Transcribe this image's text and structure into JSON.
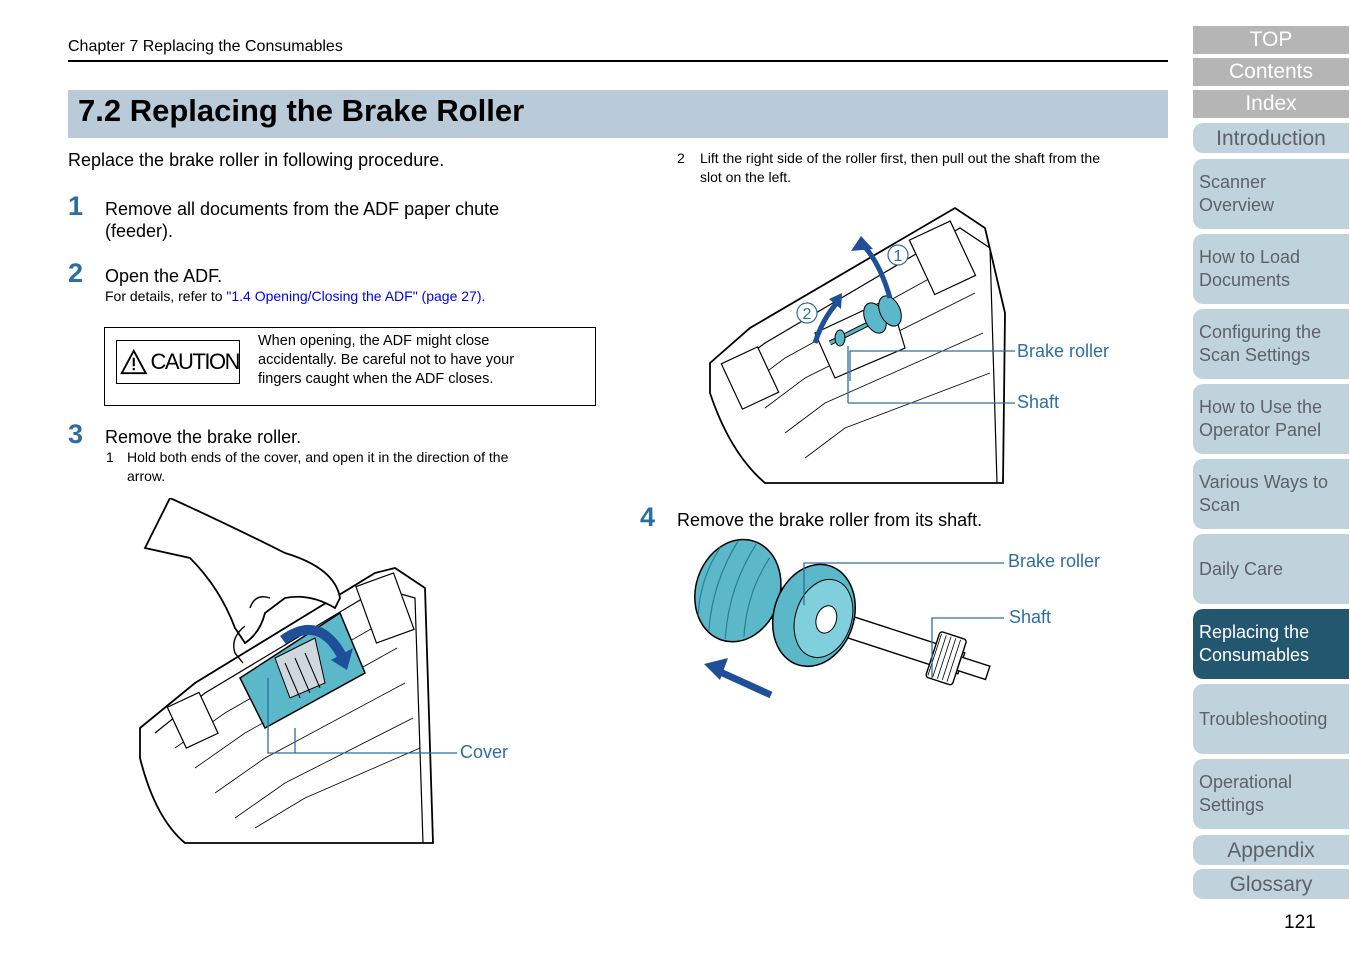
{
  "header": {
    "chapter": "Chapter 7 Replacing the Consumables"
  },
  "section_title": "7.2 Replacing the Brake Roller",
  "intro": "Replace the brake roller in following procedure.",
  "steps": [
    {
      "num": "1",
      "text_line1": "Remove all documents from the ADF paper chute",
      "text_line2": "(feeder)."
    },
    {
      "num": "2",
      "text": "Open the ADF.",
      "detail_prefix": "For details, refer to ",
      "detail_link": "\"1.4 Opening/Closing the ADF\" (page 27)",
      "detail_suffix": "."
    },
    {
      "num": "3",
      "text": "Remove the brake roller.",
      "sub1_num": "1",
      "sub1_line1": "Hold both ends of the cover, and open it in the direction of the",
      "sub1_line2": "arrow.",
      "sub2_num": "2",
      "sub2_line1": "Lift the right side of the roller first, then pull out the shaft from the",
      "sub2_line2": "slot on the left."
    },
    {
      "num": "4",
      "text": "Remove the brake roller from its shaft."
    }
  ],
  "caution": {
    "label": "CAUTION",
    "line1": "When opening, the ADF might close",
    "line2": "accidentally. Be careful not to have your",
    "line3": "fingers caught when the ADF closes."
  },
  "callouts": {
    "cover": "Cover",
    "brake_roller": "Brake roller",
    "shaft": "Shaft",
    "marker1": "1",
    "marker2": "2"
  },
  "nav": {
    "top": "TOP",
    "contents": "Contents",
    "index": "Index",
    "introduction": "Introduction",
    "items": [
      [
        "Scanner",
        "Overview"
      ],
      [
        "How to Load",
        "Documents"
      ],
      [
        "Configuring the",
        "Scan Settings"
      ],
      [
        "How to Use the",
        "Operator Panel"
      ],
      [
        "Various Ways to",
        "Scan"
      ],
      [
        "Daily Care",
        ""
      ],
      [
        "Replacing the",
        "Consumables"
      ],
      [
        "Troubleshooting",
        ""
      ],
      [
        "Operational",
        "Settings"
      ]
    ],
    "appendix": "Appendix",
    "glossary": "Glossary"
  },
  "page_number": "121",
  "colors": {
    "accent": "#2d6e9f",
    "title_bar": "#b9cbd8",
    "nav_tab": "#c0d3dd",
    "nav_active": "#23576f",
    "part_teal": "#5bb8c8"
  }
}
